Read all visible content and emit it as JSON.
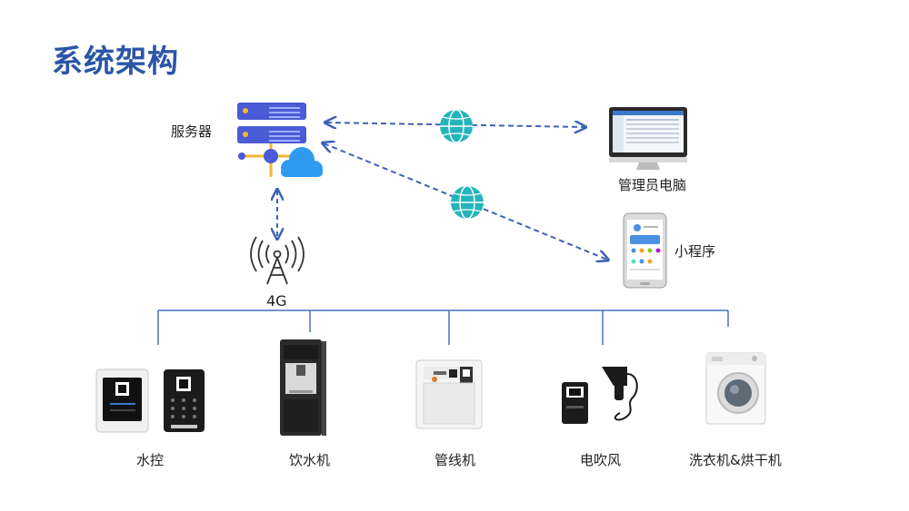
{
  "title": "系统架构",
  "nodes": {
    "server": "服务器",
    "pc": "管理员电脑",
    "miniprogram": "小程序",
    "network": "4G"
  },
  "devices": [
    {
      "label": "水控"
    },
    {
      "label": "饮水机"
    },
    {
      "label": "管线机"
    },
    {
      "label": "电吹风"
    },
    {
      "label": "洗衣机&烘干机"
    }
  ],
  "colors": {
    "title": "#2b55a6",
    "connector": "#3d62b8",
    "server_blue": "#4a5bd6",
    "server_accent": "#f7b52d",
    "cloud": "#2f9bf0",
    "globe": "#24b5bb"
  }
}
